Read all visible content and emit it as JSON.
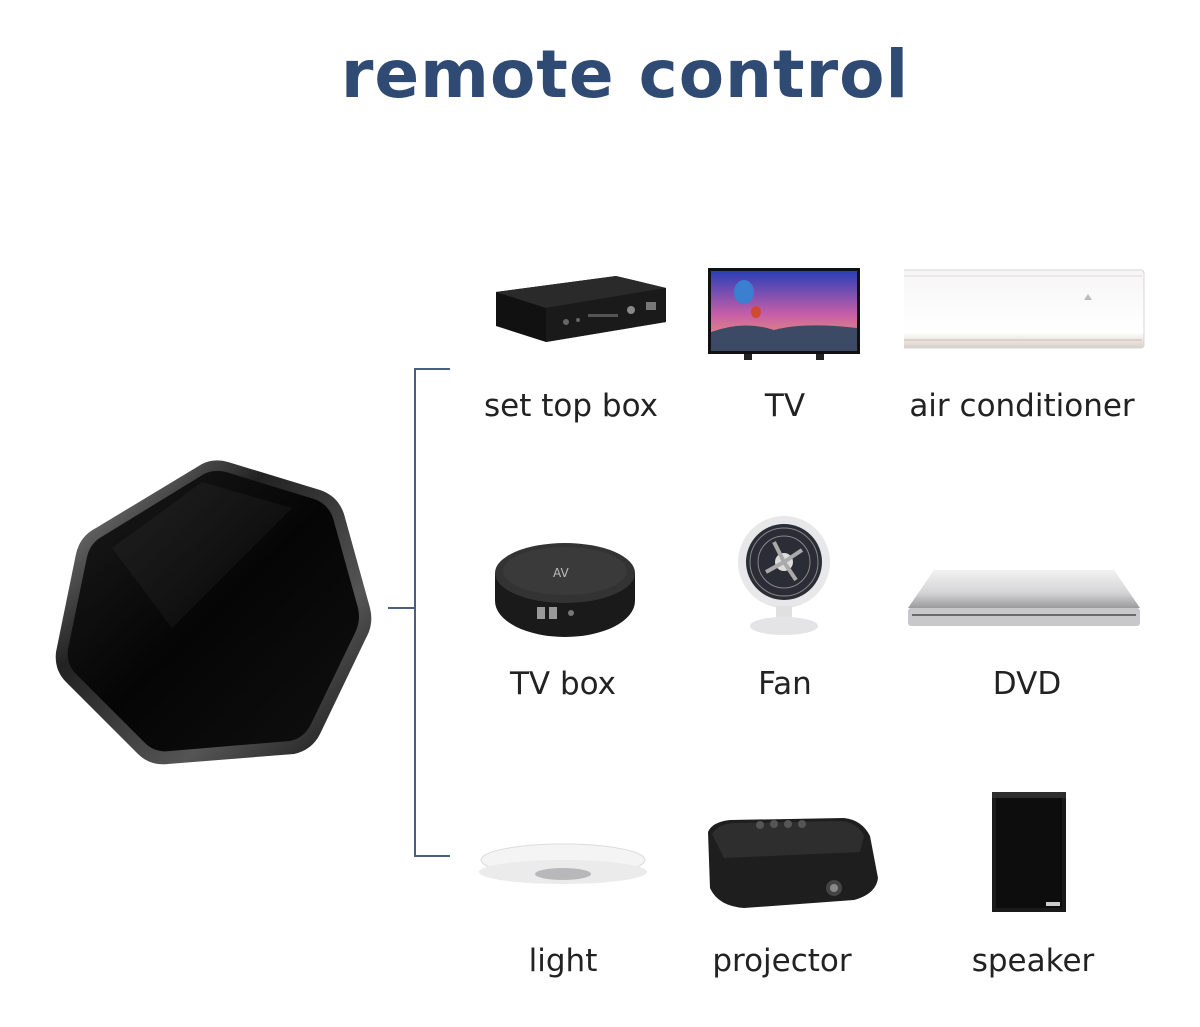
{
  "title": "remote control",
  "hub": {
    "icon": "ir-hub-icon"
  },
  "devices": [
    {
      "label": "set top box",
      "icon": "set-top-box-icon"
    },
    {
      "label": "TV",
      "icon": "tv-icon"
    },
    {
      "label": "air conditioner",
      "icon": "air-conditioner-icon"
    },
    {
      "label": "TV box",
      "icon": "tv-box-icon"
    },
    {
      "label": "Fan",
      "icon": "fan-icon"
    },
    {
      "label": "DVD",
      "icon": "dvd-icon"
    },
    {
      "label": "light",
      "icon": "light-icon"
    },
    {
      "label": "projector",
      "icon": "projector-icon"
    },
    {
      "label": "speaker",
      "icon": "speaker-icon"
    }
  ],
  "colors": {
    "title": "#2f4a73",
    "bracket": "#4a5f80",
    "label": "#222222"
  }
}
